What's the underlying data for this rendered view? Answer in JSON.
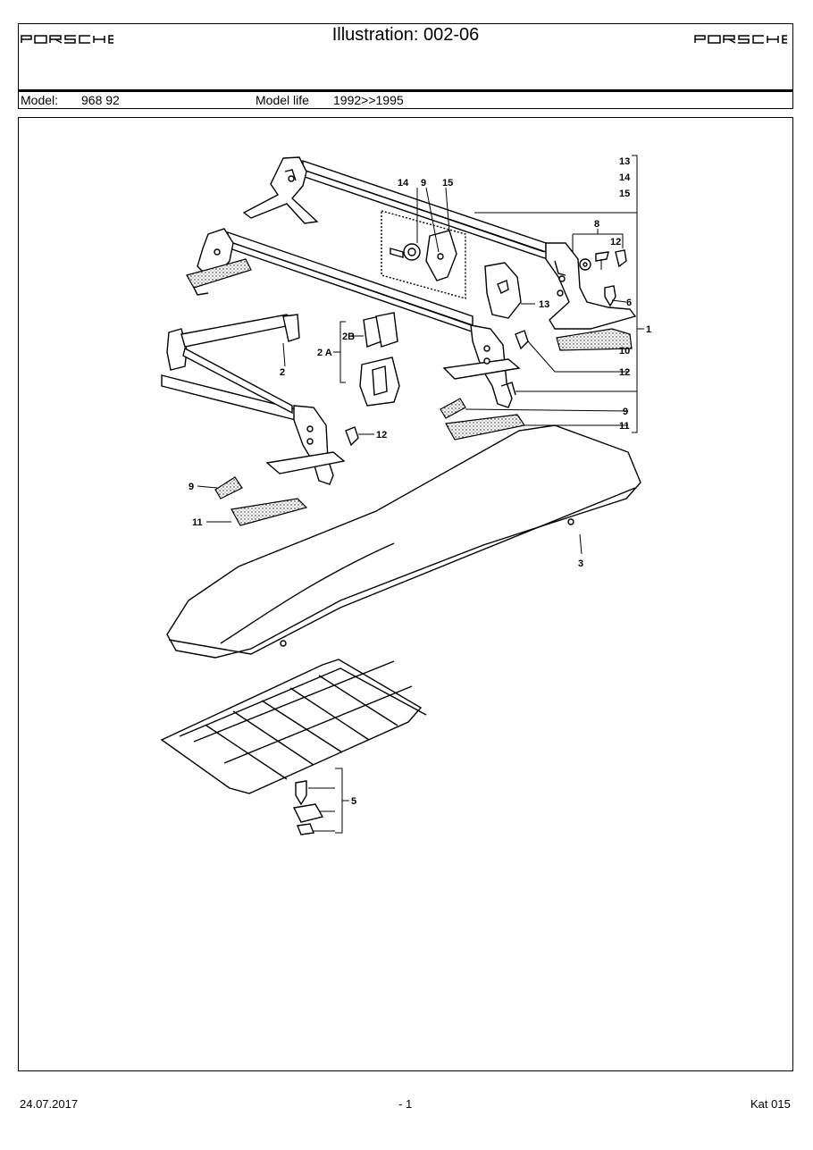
{
  "header": {
    "brand_left": "PORSCHE",
    "brand_right": "PORSCHE",
    "title": "Illustration: 002-06",
    "model_label": "Model:",
    "model_value": "968 92",
    "model_life_label": "Model life",
    "model_life_value": "1992>>1995"
  },
  "callouts": {
    "c1": "1",
    "c2": "2",
    "c2a": "2 A",
    "c2b": "2B",
    "c3": "3",
    "c5": "5",
    "c6": "6",
    "c8": "8",
    "c9a": "9",
    "c9b": "9",
    "c9c": "9",
    "c10": "10",
    "c11a": "11",
    "c11b": "11",
    "c12a": "12",
    "c12b": "12",
    "c12c": "12",
    "c13a": "13",
    "c13b": "13",
    "c14a": "14",
    "c14b": "14",
    "c15a": "15",
    "c15b": "15"
  },
  "footer": {
    "date": "24.07.2017",
    "page": "- 1",
    "catalog": "Kat 015"
  }
}
